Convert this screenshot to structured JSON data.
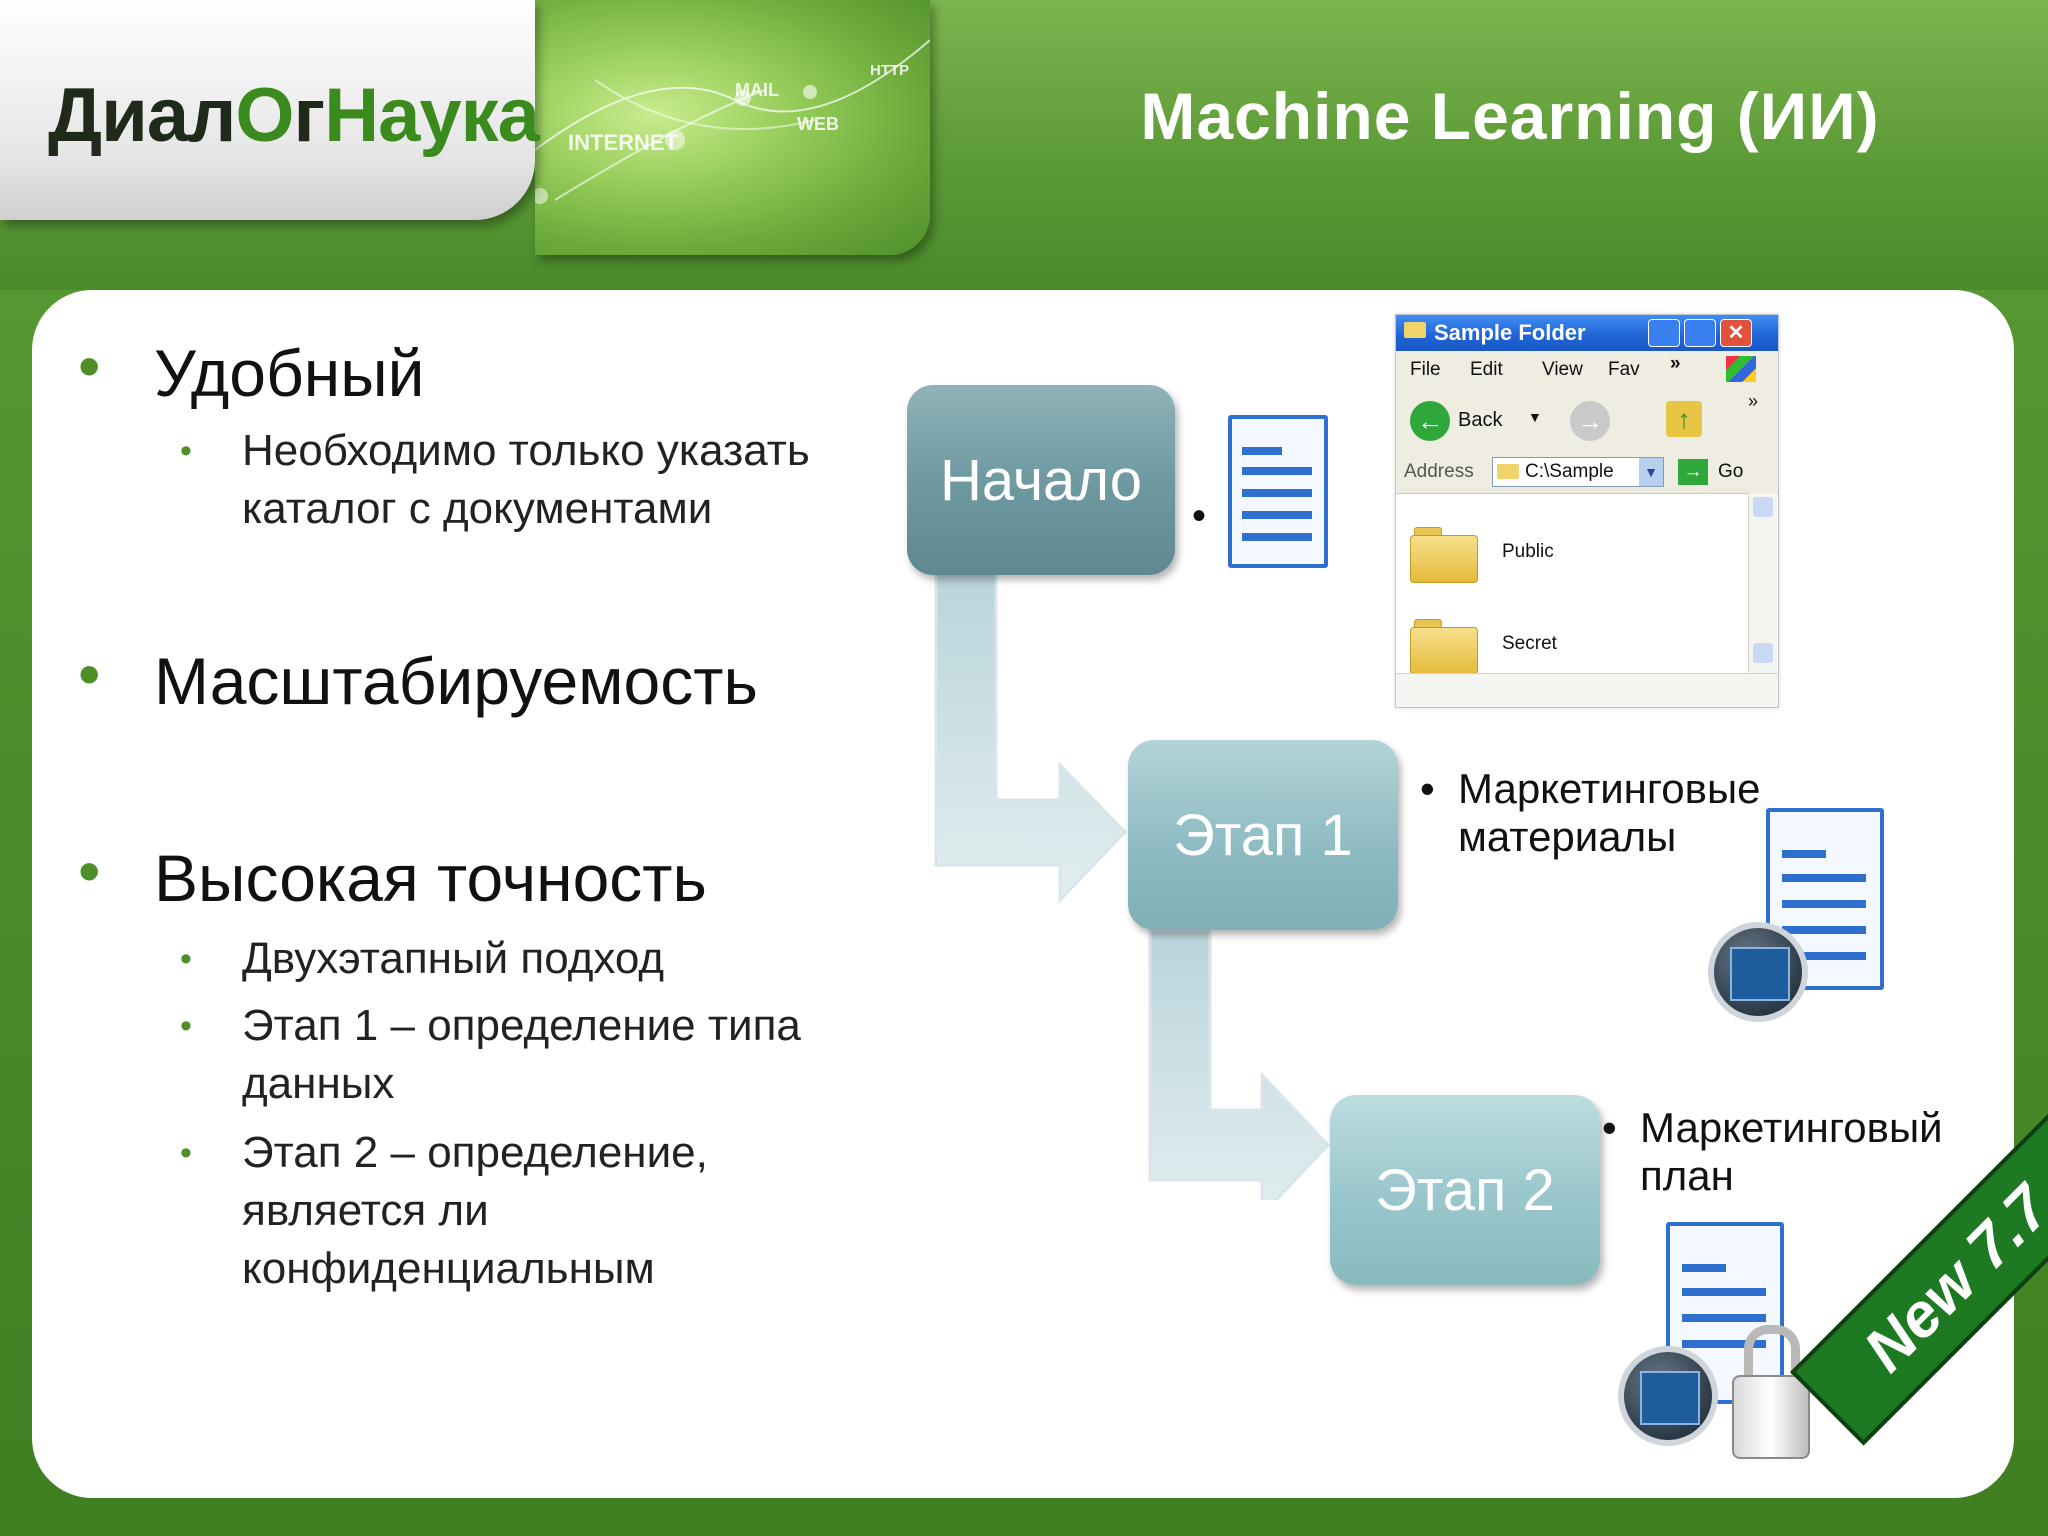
{
  "header": {
    "logo_dark_1": "Диал",
    "logo_green_o": "О",
    "logo_dark_2": "г",
    "logo_green_2": "Наука",
    "title": "Machine Learning (ИИ)",
    "net_labels": [
      "HTTP",
      "MAIL",
      "WEB",
      "INTERNET"
    ]
  },
  "bullets": {
    "dot": "•",
    "convenient": "Удобный",
    "convenient_sub": "Необходимо только указать каталог с документами",
    "scalability": "Масштабируемость",
    "accuracy": "Высокая точность",
    "accuracy_subs": [
      "Двухэтапный подход",
      "Этап 1 – определение типа данных",
      "Этап 2 – определение, является ли конфиденциальным"
    ]
  },
  "flow": {
    "start": "Начало",
    "stage1": "Этап 1",
    "stage2": "Этап 2",
    "stage1_label": "Маркетинговые материалы",
    "stage2_label": "Маркетинговый план"
  },
  "explorer": {
    "title": "Sample Folder",
    "menu": [
      "File",
      "Edit",
      "View",
      "Fav"
    ],
    "menu_more": "»",
    "back": "Back",
    "address_label": "Address",
    "address_value": "C:\\Sample",
    "go": "Go",
    "folders": [
      "Public",
      "Secret"
    ]
  },
  "badge": {
    "text": "New 7.7"
  },
  "colors": {
    "accent_green": "#4f8f2a",
    "stage_blue": "#80afb6"
  }
}
